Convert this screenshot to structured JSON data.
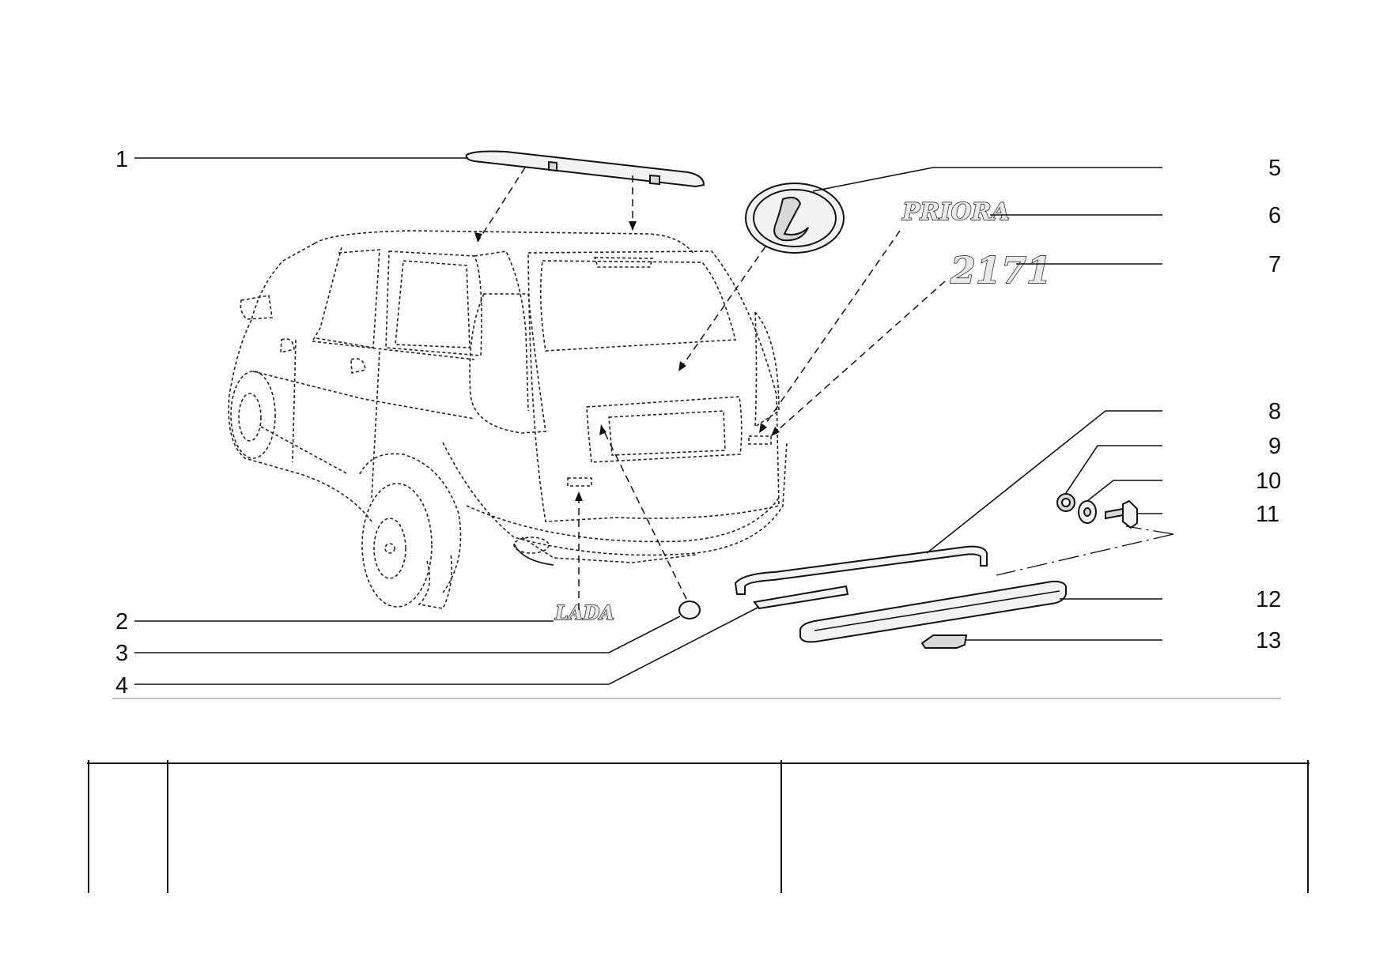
{
  "callouts": [
    {
      "id": 1,
      "label": "1"
    },
    {
      "id": 2,
      "label": "2"
    },
    {
      "id": 3,
      "label": "3"
    },
    {
      "id": 4,
      "label": "4"
    },
    {
      "id": 5,
      "label": "5"
    },
    {
      "id": 6,
      "label": "6"
    },
    {
      "id": 7,
      "label": "7"
    },
    {
      "id": 8,
      "label": "8"
    },
    {
      "id": 9,
      "label": "9"
    },
    {
      "id": 10,
      "label": "10"
    },
    {
      "id": 11,
      "label": "11"
    },
    {
      "id": 12,
      "label": "12"
    },
    {
      "id": 13,
      "label": "13"
    }
  ],
  "badges": {
    "lada": "LADA",
    "priora": "PRIORA",
    "model": "2171"
  },
  "colors": {
    "line": "#111111",
    "part_fill": "#f3f3f3",
    "background": "#ffffff"
  }
}
